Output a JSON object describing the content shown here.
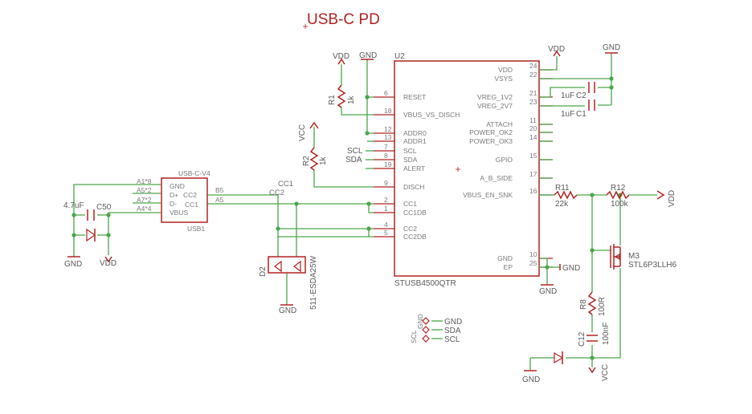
{
  "title": "USB-C PD",
  "u2": {
    "ref": "U2",
    "value": "STUSB4500QTR",
    "left_pins": [
      {
        "num": "6",
        "name": "RESET"
      },
      {
        "num": "18",
        "name": "VBUS_VS_DISCH"
      },
      {
        "num": "12",
        "name": "ADDR0"
      },
      {
        "num": "13",
        "name": "ADDR1"
      },
      {
        "num": "7",
        "name": "SCL"
      },
      {
        "num": "8",
        "name": "SDA"
      },
      {
        "num": "19",
        "name": "ALERT"
      },
      {
        "num": "9",
        "name": "DISCH"
      },
      {
        "num": "2",
        "name": "CC1"
      },
      {
        "num": "1",
        "name": "CC1DB"
      },
      {
        "num": "4",
        "name": "CC2"
      },
      {
        "num": "5",
        "name": "CC2DB"
      }
    ],
    "right_pins": [
      {
        "num": "24",
        "name": "VDD"
      },
      {
        "num": "22",
        "name": "VSYS"
      },
      {
        "num": "21",
        "name": "VREG_1V2"
      },
      {
        "num": "23",
        "name": "VREG_2V7"
      },
      {
        "num": "11",
        "name": "ATTACH"
      },
      {
        "num": "20",
        "name": "POWER_OK2"
      },
      {
        "num": "14",
        "name": "POWER_OK3"
      },
      {
        "num": "15",
        "name": "GPIO"
      },
      {
        "num": "17",
        "name": "A_B_SIDE"
      },
      {
        "num": "16",
        "name": "VBUS_EN_SNK"
      },
      {
        "num": "10",
        "name": "GND"
      },
      {
        "num": "25",
        "name": "EP"
      }
    ]
  },
  "usb": {
    "ref": "USB1",
    "value": "USB-C-V4",
    "pins": [
      {
        "num": "A1*8",
        "name": "GND"
      },
      {
        "num": "A5*2",
        "name": "D+"
      },
      {
        "num": "A7*2",
        "name": "D-"
      },
      {
        "num": "A4*4",
        "name": "VBUS"
      }
    ],
    "cc_pins": [
      {
        "name": "CC2",
        "pad": "B5"
      },
      {
        "name": "CC1",
        "pad": "A5"
      }
    ]
  },
  "passives": {
    "r1": {
      "ref": "R1",
      "value": "1k"
    },
    "r2": {
      "ref": "R2",
      "value": "1k"
    },
    "r11": {
      "ref": "R11",
      "value": "22k"
    },
    "r12": {
      "ref": "R12",
      "value": "100k"
    },
    "r8": {
      "ref": "R8",
      "value": "100R"
    },
    "c2": {
      "ref": "C2",
      "value": "1uF"
    },
    "c1": {
      "ref": "C1",
      "value": "1uF"
    },
    "c50": {
      "ref": "C50",
      "value": "4.7uF"
    },
    "c12": {
      "ref": "C12",
      "value": "100nF"
    },
    "d2": {
      "ref": "D2",
      "value": "511-ESDA25W"
    },
    "m3": {
      "ref": "M3",
      "value": "STL6P3LLH6"
    }
  },
  "nets": {
    "vdd": "VDD",
    "gnd": "GND",
    "vcc": "VCC",
    "scl": "SCL",
    "sda": "SDA",
    "cc1": "CC1",
    "cc2": "CC2"
  },
  "connector": {
    "ref": "SCL",
    "extra": "GND",
    "pins": [
      "GND",
      "SDA",
      "SCL"
    ]
  },
  "colors": {
    "component": "#b22222",
    "wire": "#4aa64a",
    "text": "#6e6e6e",
    "background": "#ffffff"
  }
}
